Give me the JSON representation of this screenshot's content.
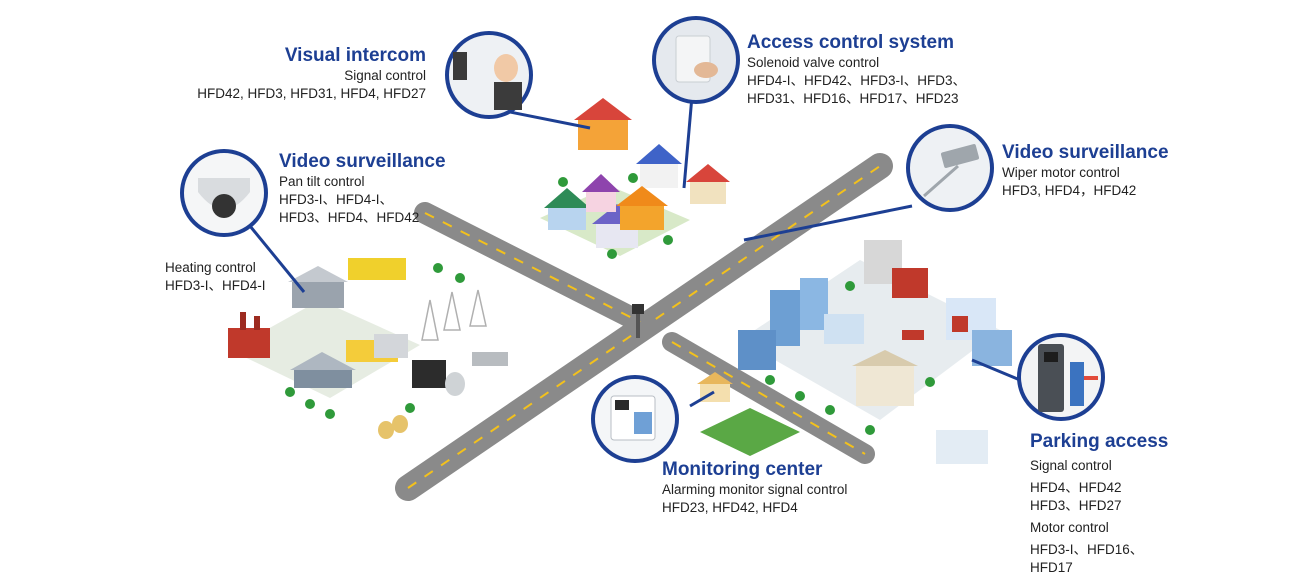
{
  "callouts": {
    "visual_intercom": {
      "title": "Visual intercom",
      "subtitle": "Signal control",
      "models": "HFD42, HFD3, HFD31, HFD4, HFD27"
    },
    "access_control": {
      "title": "Access control system",
      "subtitle": "Solenoid valve control",
      "models_line1": "HFD4-I、HFD42、HFD3-I、HFD3、",
      "models_line2": "HFD31、HFD16、HFD17、HFD23"
    },
    "video_surveillance_left": {
      "title": "Video surveillance",
      "subtitle": "Pan tilt control",
      "models_line1": "HFD3-I、HFD4-I、",
      "models_line2": "HFD3、HFD4、HFD42"
    },
    "video_surveillance_right": {
      "title": "Video surveillance",
      "subtitle": "Wiper motor control",
      "models": "HFD3, HFD4，HFD42"
    },
    "heating": {
      "subtitle": "Heating control",
      "models": "HFD3-I、HFD4-I"
    },
    "monitoring_center": {
      "title": "Monitoring center",
      "subtitle": "Alarming monitor signal control",
      "models": "HFD23, HFD42, HFD4"
    },
    "parking_access": {
      "title": "Parking access",
      "subtitle1": "Signal control",
      "models1_line1": "HFD4、HFD42",
      "models1_line2": "HFD3、HFD27",
      "subtitle2": "Motor control",
      "models2_line1": "HFD3-I、HFD16、",
      "models2_line2": "HFD17"
    }
  },
  "colors": {
    "title_blue": "#1d3f93",
    "circle_border": "#1d3f93",
    "road": "#8a8a8a",
    "road_dash": "#f3c11c",
    "tree": "#2f9a3a"
  }
}
